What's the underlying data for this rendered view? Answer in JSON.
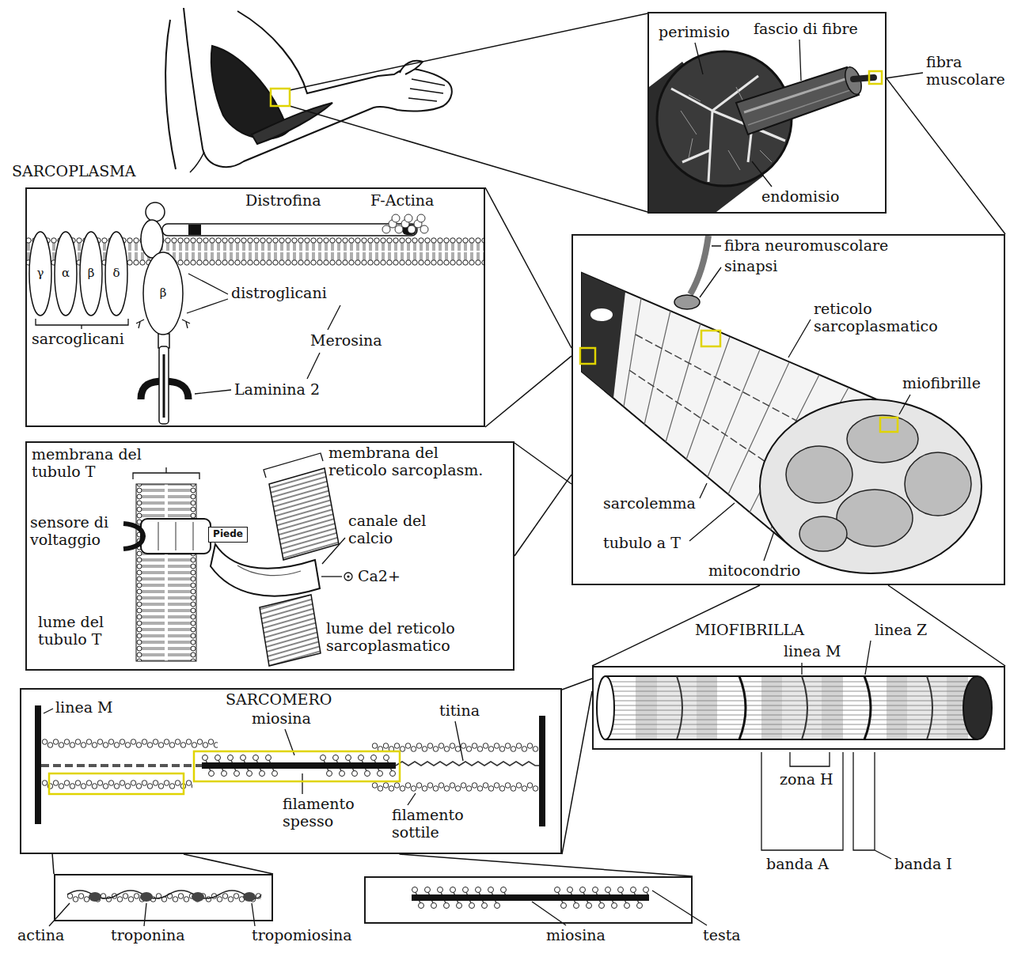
{
  "diagram": {
    "nodes": [
      {
        "text": [
          "perimisio",
          "fascio di fibre",
          "fibra muscolare",
          "endomisio"
        ]
      },
      {
        "text": [
          "SARCOPLASMA",
          "Distrofina",
          "F-Actina",
          "distroglicani",
          "Merosina",
          "Laminina 2",
          "sarcoglicani"
        ]
      },
      {
        "text": [
          "γ"
        ],
        "in": 1
      },
      {
        "text": [
          "α"
        ],
        "in": 1
      },
      {
        "text": [
          "β"
        ],
        "in": 1
      },
      {
        "text": [
          "δ"
        ],
        "in": 1
      },
      {
        "text": [
          "β"
        ],
        "in": 1
      },
      {
        "text": [
          "fibra neuromuscolare",
          "sinapsi",
          "reticolo sarcoplasmatico",
          "miofibrille",
          "sarcolemma",
          "tubulo a T",
          "mitocondrio"
        ]
      },
      {
        "text": [
          "membrana del tubulo T",
          "membrana del reticolo sarcoplasm.",
          "sensore di voltaggio",
          "canale del calcio",
          "Ca2+",
          "lume del tubulo T",
          "lume del reticolo sarcoplasmatico"
        ]
      },
      {
        "text": [
          "Piede"
        ],
        "in": 8
      },
      {
        "text": [
          "MIOFIBRILLA",
          "linea Z",
          "linea M",
          "zona H",
          "banda A",
          "banda I"
        ]
      },
      {
        "text": [
          "linea M",
          "SARCOMERO",
          "miosina",
          "titina",
          "filamento spesso",
          "filamento sottile"
        ]
      },
      {
        "text": [
          "actina",
          "troponina",
          "tropomiosina"
        ]
      },
      {
        "text": [
          "miosina",
          "testa"
        ]
      }
    ],
    "edges": [
      {
        "from": 0,
        "to": 7,
        "arrow": "none"
      },
      {
        "from": 7,
        "to": 1,
        "arrow": "none"
      },
      {
        "from": 7,
        "to": 8,
        "arrow": "none"
      },
      {
        "from": 7,
        "to": 10,
        "arrow": "none"
      },
      {
        "from": 10,
        "to": 11,
        "arrow": "none"
      },
      {
        "from": 11,
        "to": 12,
        "arrow": "none"
      },
      {
        "from": 11,
        "to": 13,
        "arrow": "none"
      }
    ]
  }
}
